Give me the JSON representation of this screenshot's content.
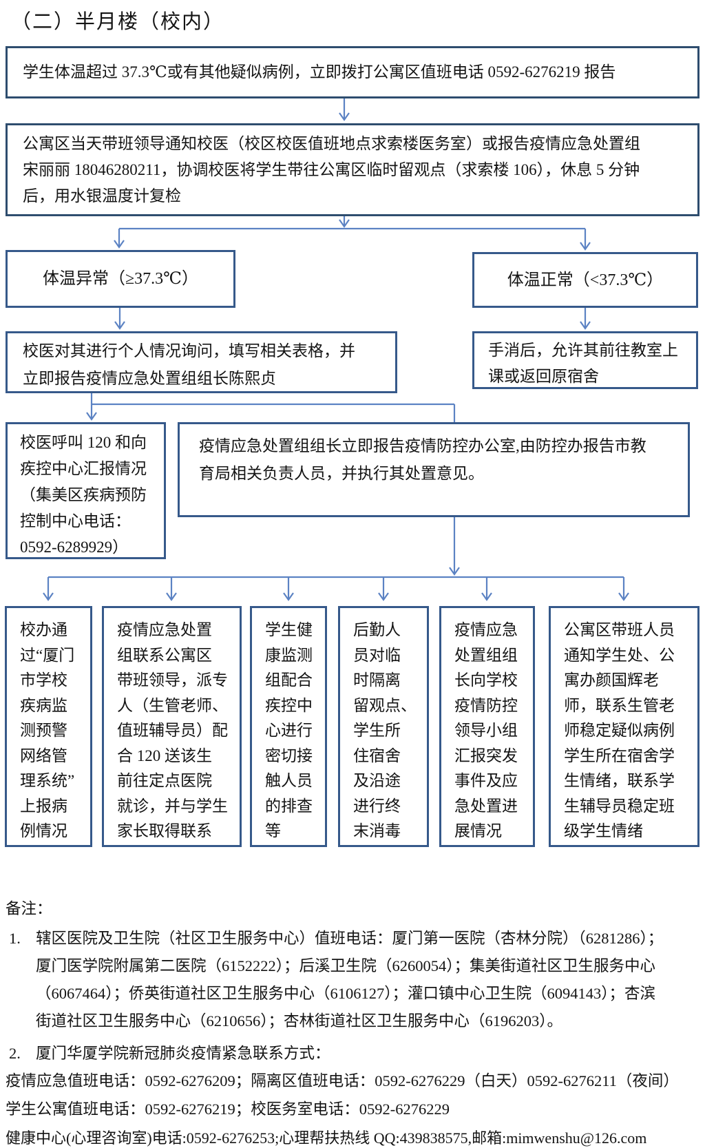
{
  "title": "（二）半月楼（校内）",
  "colors": {
    "box_border": "#36598a",
    "box_border_dark": "#2e4d6e",
    "arrow": "#5b82c3",
    "text": "#141414"
  },
  "flow": {
    "report": "学生体温超过 37.3℃或有其他疑似病例，立即拨打公寓区值班电话 0592-6276219 报告",
    "notify": "公寓区当天带班领导通知校医（校区校医值班地点求索楼医务室）或报告疫情应急处置组\n宋丽丽 18046280211，协调校医将学生带往公寓区临时留观点（求索楼 106），休息 5 分钟\n后，用水银温度计复检",
    "temp_abnormal": "体温异常（≥37.3℃）",
    "temp_normal": "体温正常（<37.3℃）",
    "doctor_inquiry": "校医对其进行个人情况询问，填写相关表格，并\n立即报告疫情应急处置组组长陈熙贞",
    "return_class": "手消后，允许其前往教室上\n课或返回原宿舍",
    "call_120": "校医呼叫 120 和向\n疾控中心汇报情况\n（集美区疾病预防\n控制中心电话：\n0592-6289929）",
    "report_office": "疫情应急处置组组长立即报告疫情防控办公室,由防控办报告市教\n育局相关负责人员，并执行其处置意见。",
    "bottom_boxes": [
      "校办通\n过“厦门\n市学校\n疾病监\n测预警\n网络管\n理系统”\n上报病\n例情况",
      "疫情应急处置\n组联系公寓区\n带班领导，派专\n人（生管老师、\n值班辅导员）配\n合 120 送该生\n前往定点医院\n就诊，并与学生\n家长取得联系",
      "学生健\n康监测\n组配合\n疾控中\n心进行\n密切接\n触人员\n的排查\n等",
      "后勤人\n员对临\n时隔离\n留观点、\n学生所\n住宿舍\n及沿途\n进行终\n末消毒",
      "疫情应急\n处置组组\n长向学校\n疫情防控\n领导小组\n汇报突发\n事件及应\n急处置进\n展情况",
      "公寓区带班人员\n通知学生处、公\n寓办颜国辉老\n师，联系生管老\n师稳定疑似病例\n学生所在宿舍学\n生情绪，联系学\n生辅导员稳定班\n级学生情绪"
    ]
  },
  "notes": {
    "heading": "备注：",
    "item1_marker": "1.",
    "item1": "辖区医院及卫生院（社区卫生服务中心）值班电话：厦门第一医院（杏林分院）（6281286）；\n厦门医学院附属第二医院（6152222）；后溪卫生院（6260054）；集美街道社区卫生服务中心\n（6067464）；侨英街道社区卫生服务中心（6106127）；灌口镇中心卫生院（6094143）；杏滨\n街道社区卫生服务中心（6210656）；杏林街道社区卫生服务中心（6196203）。",
    "item2_marker": "2.",
    "item2": "厦门华厦学院新冠肺炎疫情紧急联系方式：",
    "phone_line1": "疫情应急值班电话：0592-6276209；隔离区值班电话：0592-6276229（白天）0592-6276211（夜间）",
    "phone_line2": "学生公寓值班电话：0592-6276219；校医务室电话：0592-6276229",
    "phone_line3": "健康中心(心理咨询室)电话:0592-6276253;心理帮扶热线 QQ:439838575,邮箱:mimwenshu@126.com"
  }
}
